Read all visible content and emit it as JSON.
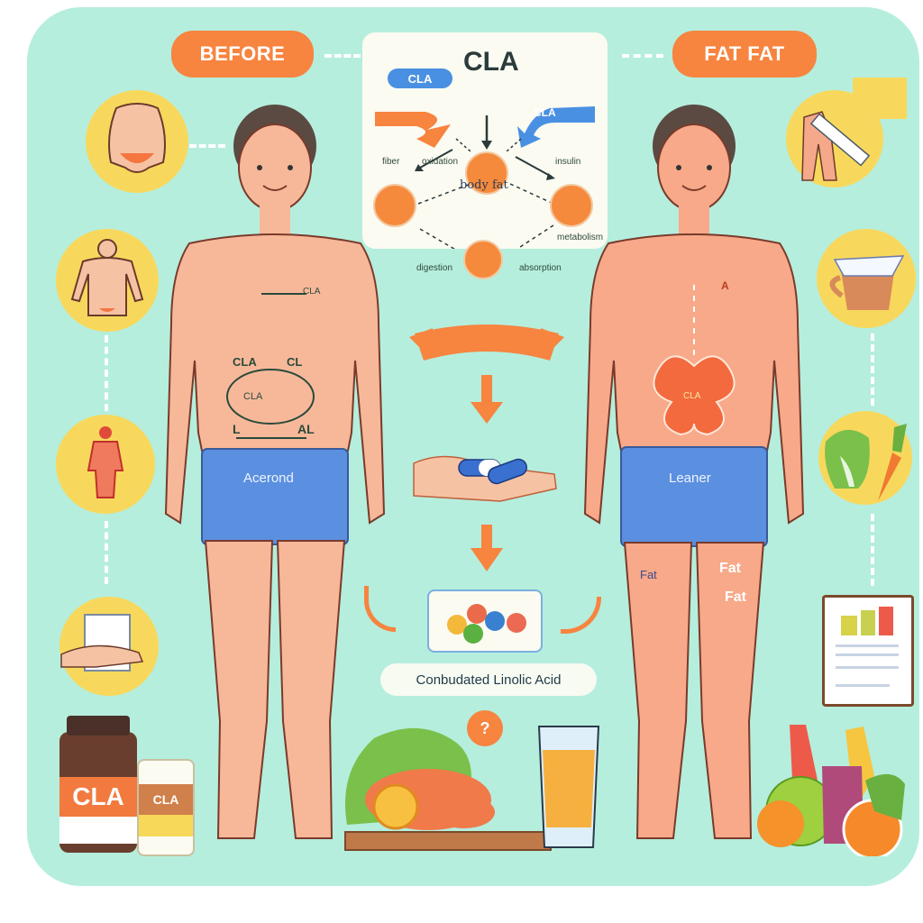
{
  "header": {
    "before_label": "BEFORE",
    "after_label": "FAT FAT",
    "center_title": "CLA"
  },
  "diagram": {
    "tag_left": "CLA",
    "tag_right": "CLA",
    "center_node": "body fat",
    "node_labels": [
      "fiber",
      "oxidation",
      "insulin",
      "digestion",
      "absorption",
      "metabolism"
    ]
  },
  "figure_before": {
    "chest_label": "CLA",
    "abdomen_labels": [
      "CLA",
      "CL",
      "CLA",
      "L",
      "AL"
    ],
    "shorts_label": "Acerond"
  },
  "figure_after": {
    "chest_mark": "A",
    "belly_label": "CLA",
    "shorts_label": "Leaner",
    "thigh_labels": [
      "Fat",
      "Fat",
      "Fat"
    ]
  },
  "center_flow": {
    "full_name": "Conbudated Linolic Acid",
    "question_mark": "?"
  },
  "bottles": {
    "big_label": "CLA",
    "small_label": "CLA"
  },
  "colors": {
    "background": "#b5eedd",
    "accent_orange": "#f7843f",
    "badge_yellow": "#f8d85c",
    "shorts_blue": "#5b8fe0",
    "skin": "#f7b89a"
  }
}
